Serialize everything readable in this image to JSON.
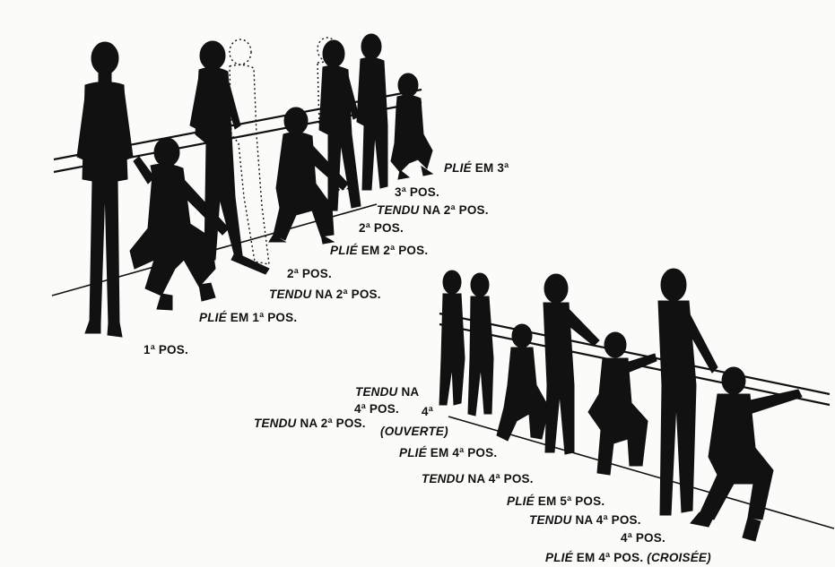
{
  "labels": {
    "top": {
      "pos1": "1ª POS.",
      "plie1_term": "PLIÉ",
      "plie1_rest": "EM 1ª POS.",
      "tendu2a_term": "TENDU",
      "tendu2a_rest": "NA 2ª POS.",
      "pos2a": "2ª POS.",
      "plie2_term": "PLIÉ",
      "plie2_rest": "EM 2ª POS.",
      "pos2b": "2ª POS.",
      "tendu2b_term": "TENDU",
      "tendu2b_rest": "NA 2ª POS.",
      "pos3": "3ª POS.",
      "plie3_term": "PLIÉ",
      "plie3_rest": "EM 3ª"
    },
    "bottom": {
      "tendu4a_term": "TENDU",
      "tendu4a_rest": "NA",
      "tendu4a_line2": "4ª POS.",
      "tendu2c_term": "TENDU",
      "tendu2c_rest": "NA 2ª POS.",
      "ouverte_num": "4ª",
      "ouverte": "(OUVERTE)",
      "plie4_term": "PLIÉ",
      "plie4_rest": "EM 4ª POS.",
      "tendu4b_term": "TENDU",
      "tendu4b_rest": "NA 4ª POS.",
      "plie5_term": "PLIÉ",
      "plie5_rest": "EM 5ª POS.",
      "tendu4c_term": "TENDU",
      "tendu4c_rest": "NA 4ª POS.",
      "pos4": "4ª POS.",
      "plie4c_term": "PLIÉ",
      "plie4c_rest": "EM 4ª POS.",
      "croisee": "(CROISÉE)"
    }
  },
  "colors": {
    "ink": "#111111",
    "paper": "#fbfbf9"
  }
}
